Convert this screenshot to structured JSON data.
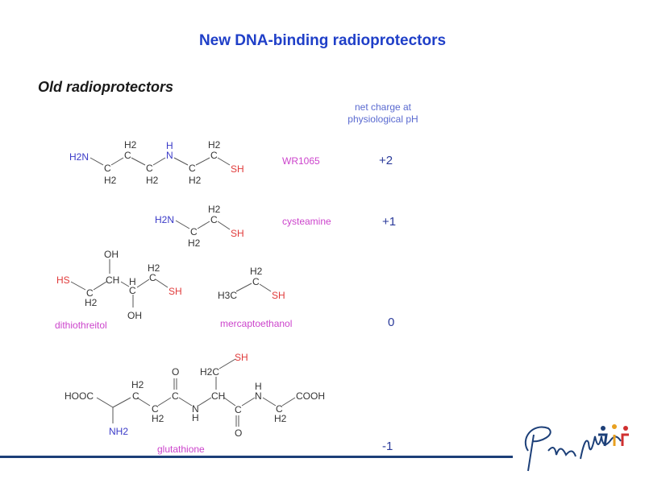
{
  "title": "New DNA-binding radioprotectors",
  "subtitle": "Old radioprotectors",
  "charge_header": [
    "net charge at",
    "physiological pH"
  ],
  "molecules": {
    "wr1065": {
      "name": "WR1065",
      "charge": "+2",
      "atoms": [
        "H2N",
        "C",
        "H2",
        "C",
        "H2",
        "C",
        "H2",
        "N",
        "H",
        "C",
        "H2",
        "C",
        "H2",
        "SH"
      ]
    },
    "cysteamine": {
      "name": "cysteamine",
      "charge": "+1",
      "atoms": [
        "H2N",
        "C",
        "H2",
        "C",
        "H2",
        "SH"
      ]
    },
    "dithiothreitol": {
      "name": "dithiothreitol",
      "atoms": [
        "HS",
        "C",
        "H2",
        "CH",
        "OH",
        "H",
        "C",
        "OH",
        "C",
        "H2",
        "SH"
      ]
    },
    "mercaptoethanol": {
      "name": "mercaptoethanol",
      "atoms": [
        "H3C",
        "C",
        "H2",
        "SH"
      ]
    },
    "thiols_charge": "0",
    "glutathione": {
      "name": "glutathione",
      "charge": "-1",
      "atoms": [
        "HOOC",
        "NH2",
        "C",
        "H2",
        "C",
        "H2",
        "C",
        "O",
        "N",
        "H",
        "CH",
        "H2C",
        "SH",
        "C",
        "O",
        "N",
        "H",
        "C",
        "H2",
        "COOH"
      ]
    }
  },
  "logo": {
    "text": "Peter Mac",
    "colors": [
      "#1c3f78",
      "#e8a020",
      "#d03030"
    ]
  }
}
